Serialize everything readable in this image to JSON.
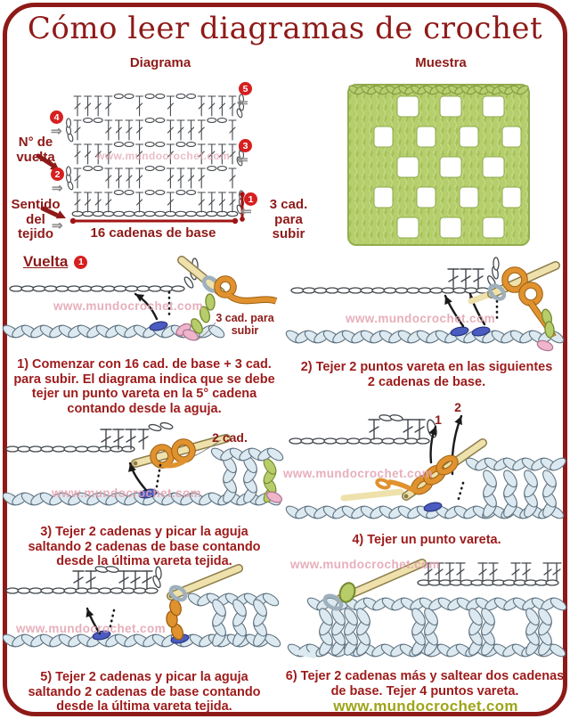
{
  "title": "Cómo leer diagramas de crochet",
  "sections": {
    "diagram_heading": "Diagrama",
    "sample_heading": "Muestra"
  },
  "diagram": {
    "label_row_number": "N° de vuelta",
    "label_direction": "Sentido del tejido",
    "label_base": "16 cadenas de base",
    "label_turning": "3 cad. para subir",
    "row_markers": {
      "r1": "1",
      "r2": "2",
      "r3": "3",
      "r4": "4",
      "r5": "5"
    }
  },
  "icons": {
    "double_arrow_left": "⇐",
    "double_arrow_right": "⇒"
  },
  "round_heading": {
    "label": "Vuelta",
    "number": "1"
  },
  "watermark": "www.mundocrochet.com",
  "steps": {
    "s1": {
      "annotation": "3 cad. para subir",
      "lines": [
        "1) Comenzar con 16 cad. de base + 3 cad.",
        "para subir. El diagrama indica que se debe",
        "tejer un punto vareta en la 5° cadena",
        "contando desde la aguja."
      ]
    },
    "s2": {
      "lines": [
        "2) Tejer 2 puntos vareta en las siguientes",
        "2 cadenas de base."
      ]
    },
    "s3": {
      "annotation": "2 cad.",
      "lines": [
        "3) Tejer 2 cadenas y picar la aguja",
        "saltando 2 cadenas de base contando",
        "desde la última vareta tejida."
      ]
    },
    "s4": {
      "annotations": {
        "a1": "1",
        "a2": "2"
      },
      "lines": [
        "4) Tejer un punto vareta."
      ]
    },
    "s5": {
      "lines": [
        "5) Tejer 2 cadenas y picar la aguja",
        "saltando 2 cadenas de base contando",
        "desde la última vareta tejida."
      ]
    },
    "s6": {
      "lines": [
        "6) Tejer 2 cadenas más y saltear dos cadenas",
        "de base. Tejer 4 puntos vareta."
      ]
    }
  },
  "footer_url": "www.mundocrochet.com",
  "colors": {
    "maroon": "#8e1a18",
    "caption_red": "#9e1b1b",
    "badge_red": "#d62020",
    "watermark_pink": "#e2a2b0",
    "footer_olive": "#9fa41a",
    "swatch_green": "#b6cf6d"
  }
}
